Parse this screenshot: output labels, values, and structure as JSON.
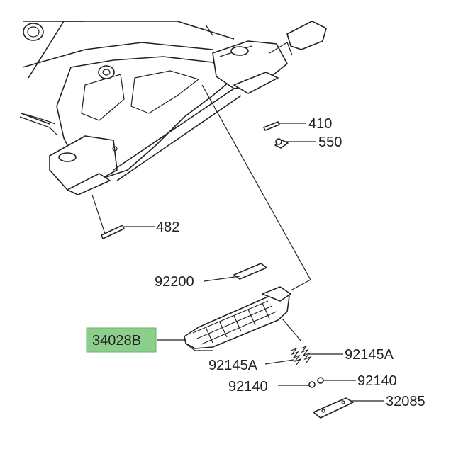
{
  "callouts": {
    "c410": "410",
    "c550": "550",
    "c482": "482",
    "c92200": "92200",
    "c34028b": "34028B",
    "c92145a_right": "92145A",
    "c92145a_left": "92145A",
    "c92140_right": "92140",
    "c92140_left": "92140",
    "c32085": "32085"
  },
  "colors": {
    "highlight": "#8ccf8c",
    "highlight_border": "#6ab56a",
    "ink": "#222222"
  }
}
